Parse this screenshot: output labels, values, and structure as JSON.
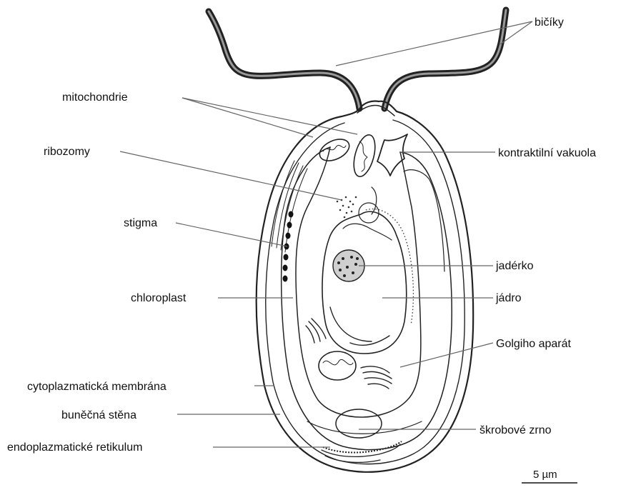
{
  "labels": {
    "flagella": "bičíky",
    "mitochondria": "mitochondrie",
    "ribosomes": "ribozomy",
    "stigma": "stigma",
    "chloroplast": "chloroplast",
    "cytoplasmic_membrane": "cytoplazmatická membrána",
    "cell_wall": "buněčná stěna",
    "er": "endoplazmatické retikulum",
    "contractile_vacuole": "kontraktilní vakuola",
    "nucleolus": "jadérko",
    "nucleus": "jádro",
    "golgi": "Golgiho aparát",
    "starch": "škrobové zrno"
  },
  "scale_bar": {
    "label": "5 µm"
  },
  "colors": {
    "ink": "#222222",
    "leader": "#666666",
    "background": "#ffffff"
  }
}
